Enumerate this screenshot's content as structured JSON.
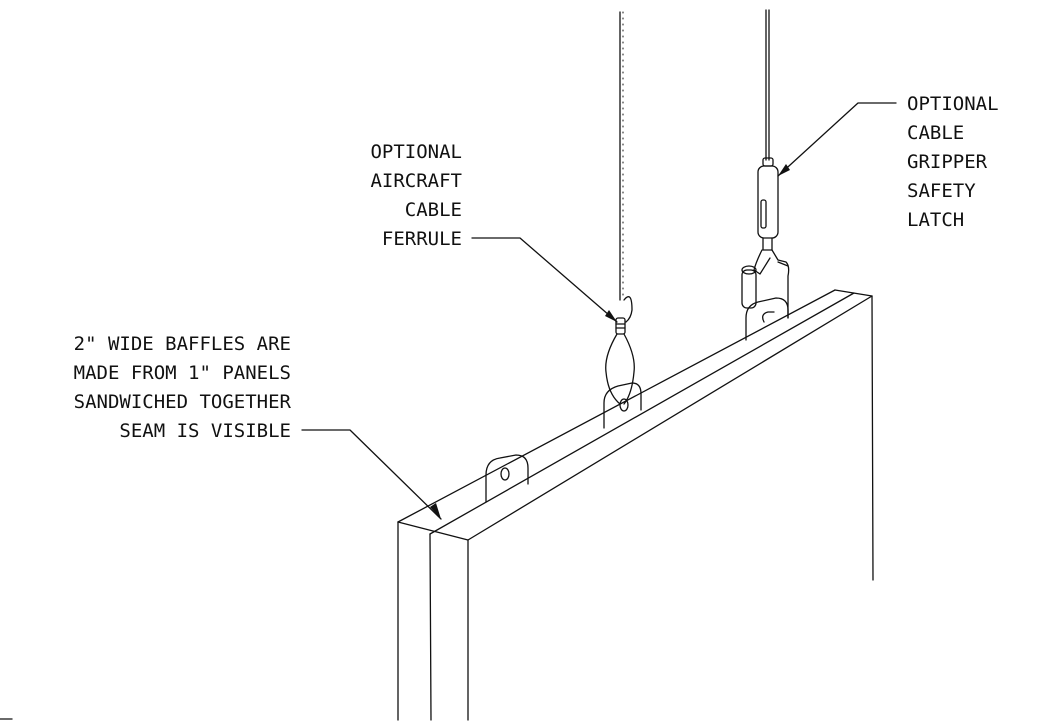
{
  "callouts": {
    "ferrule": [
      "OPTIONAL",
      "AIRCRAFT",
      "CABLE",
      "FERRULE"
    ],
    "gripper": [
      "OPTIONAL",
      "CABLE",
      "GRIPPER",
      "SAFETY",
      "LATCH"
    ],
    "seam": [
      "2\" WIDE BAFFLES ARE",
      "MADE FROM 1\" PANELS",
      "SANDWICHED TOGETHER",
      "SEAM IS VISIBLE"
    ]
  },
  "colors": {
    "line": "#111111",
    "background": "#ffffff"
  }
}
